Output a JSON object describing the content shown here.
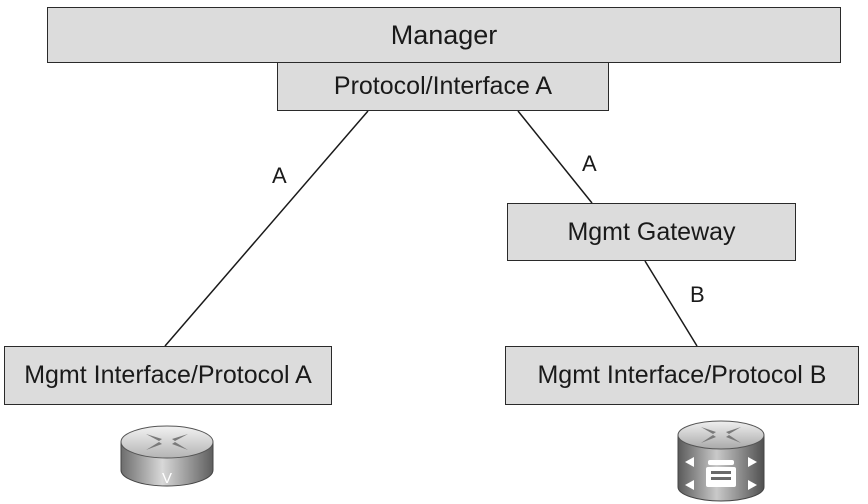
{
  "manager": {
    "label": "Manager"
  },
  "protocol_interface": {
    "label": "Protocol/Interface A"
  },
  "gateway": {
    "label": "Mgmt Gateway"
  },
  "device_a": {
    "label": "Mgmt Interface/Protocol A",
    "icon": "router-v-icon"
  },
  "device_b": {
    "label": "Mgmt Interface/Protocol B",
    "icon": "voice-router-icon"
  },
  "links": {
    "left": "A",
    "right_upper": "A",
    "right_lower": "B"
  },
  "colors": {
    "box_fill": "#dcdcdc",
    "line": "#1a1a1a"
  }
}
